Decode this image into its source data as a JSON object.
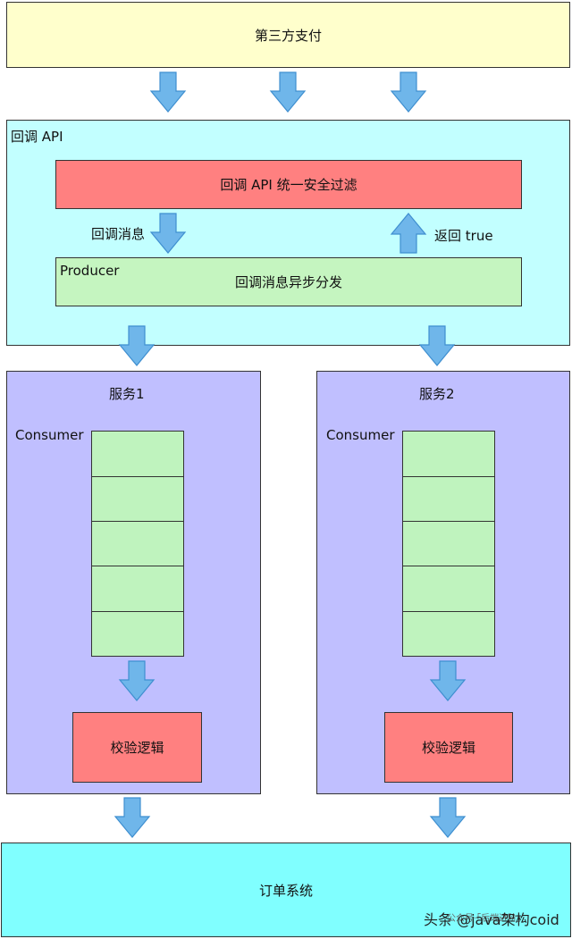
{
  "third_party": {
    "label": "第三方支付"
  },
  "callback_api": {
    "title": "回调 API",
    "filter_label": "回调 API 统一安全过滤",
    "down_label": "回调消息",
    "up_label": "返回 true",
    "producer_title": "Producer",
    "producer_label": "回调消息异步分发"
  },
  "services": [
    {
      "title": "服务1",
      "consumer_label": "Consumer",
      "logic_label": "校验逻辑"
    },
    {
      "title": "服务2",
      "consumer_label": "Consumer",
      "logic_label": "校验逻辑"
    }
  ],
  "order_system": {
    "label": "订单系统"
  },
  "watermark": {
    "text": "头条 @java架构coid",
    "sub": "公众号·「后端进阶」"
  },
  "colors": {
    "third_party_bg": "#ffffcc",
    "callback_bg": "#c2ffff",
    "filter_bg": "#ff8080",
    "producer_bg": "#c5f5c0",
    "service_bg": "#c0bfff",
    "slot_bg": "#bff3be",
    "logic_bg": "#ff8080",
    "order_bg": "#80ffff",
    "arrow_fill": "#6fb6ea",
    "arrow_stroke": "#3f8fd0"
  }
}
